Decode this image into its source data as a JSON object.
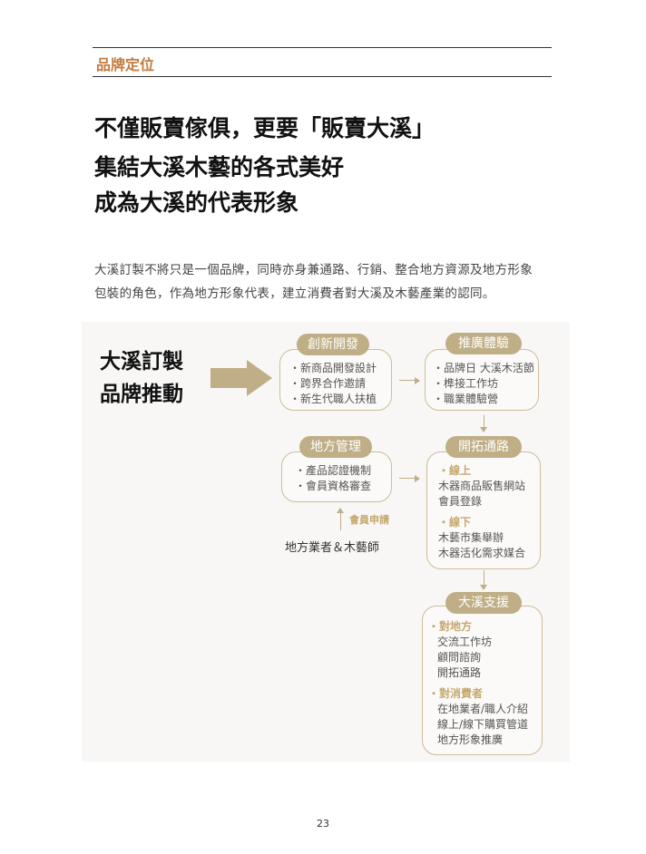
{
  "section_title": "品牌定位",
  "headline": [
    "不僅販賣傢俱，更要「販賣大溪」",
    "集結大溪木藝的各式美好",
    "成為大溪的代表形象"
  ],
  "paragraph": [
    "大溪訂製不將只是一個品牌，同時亦身兼通路、行銷、整合地方資源及地方形象",
    "包裝的角色，作為地方形象代表，建立消費者對大溪及木藝產業的認同。"
  ],
  "diagram": {
    "lead": [
      "大溪訂製",
      "品牌推動"
    ],
    "innovation": {
      "title": "創新開發",
      "items": [
        "・新商品開發設計",
        "・跨界合作邀請",
        "・新生代職人扶植"
      ]
    },
    "promotion": {
      "title": "推廣體驗",
      "items": [
        "・品牌日 大溪木活節",
        "・榫接工作坊",
        "・職業體驗營"
      ]
    },
    "local_mgmt": {
      "title": "地方管理",
      "items": [
        "・產品認證機制",
        "・會員資格審查"
      ]
    },
    "member_apply": "會員申請",
    "local_makers": "地方業者＆木藝師",
    "channels": {
      "title": "開拓通路",
      "online_label": "・線上",
      "online": [
        "木器商品販售網站",
        "會員登錄"
      ],
      "offline_label": "・線下",
      "offline": [
        "木藝市集舉辦",
        "木器活化需求媒合"
      ]
    },
    "support": {
      "title": "大溪支援",
      "local_label": "・對地方",
      "local": [
        "交流工作坊",
        "顧問諮詢",
        "開拓通路"
      ],
      "consumer_label": "・對消費者",
      "consumer": [
        "在地業者/職人介紹",
        "線上/線下購買管道",
        "地方形象推廣"
      ]
    }
  },
  "page_number": "23",
  "colors": {
    "accent": "#c47a3c",
    "gold": "#bfae86"
  }
}
